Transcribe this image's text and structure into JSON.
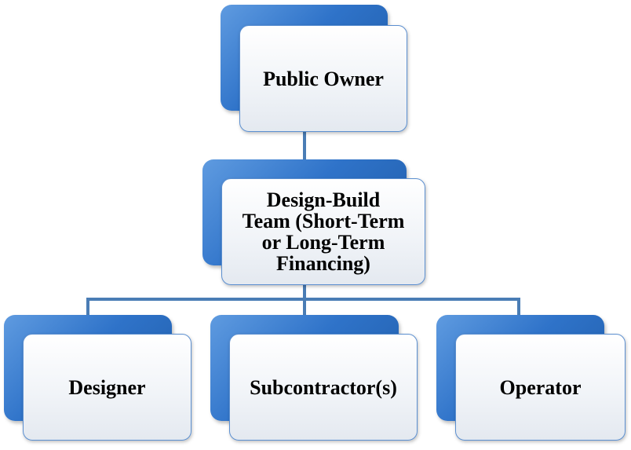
{
  "diagram": {
    "nodes": {
      "public_owner": "Public Owner",
      "design_build_team": {
        "lines": [
          "Design-Build",
          "Team (Short-Term",
          "or Long-Term",
          "Financing)"
        ]
      },
      "designer": "Designer",
      "subcontractors": "Subcontractor(s)",
      "operator": "Operator"
    },
    "colors": {
      "back_box": "#2f73c9",
      "front_box": "#f1f4f8",
      "border": "#5b8fd0",
      "connector": "#4a7db5",
      "text": "#000000"
    }
  }
}
